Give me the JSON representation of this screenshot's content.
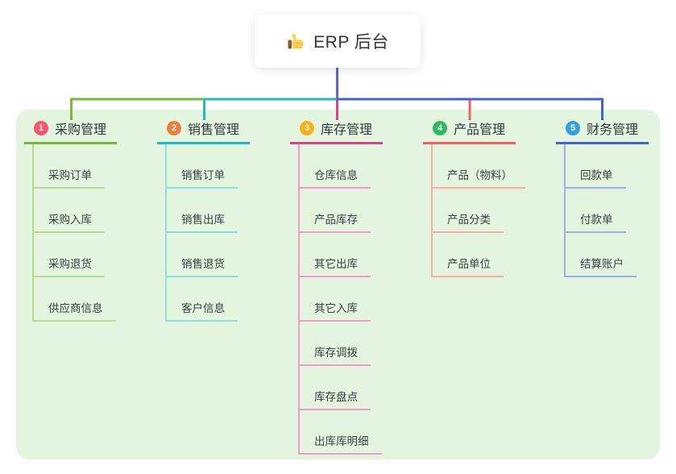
{
  "root": {
    "icon": "thumbs-up-icon",
    "title": "ERP 后台"
  },
  "branches": [
    {
      "index": "1",
      "title": "采购管理",
      "badge_color": "#f8566c",
      "line_color": "#77b83e",
      "child_line_color": "#b7dc8e",
      "children": [
        "采购订单",
        "采购入库",
        "采购退货",
        "供应商信息"
      ]
    },
    {
      "index": "2",
      "title": "销售管理",
      "badge_color": "#f07d3d",
      "line_color": "#1fb9c4",
      "child_line_color": "#8edde2",
      "children": [
        "销售订单",
        "销售出库",
        "销售退货",
        "客户信息"
      ]
    },
    {
      "index": "3",
      "title": "库存管理",
      "badge_color": "#f9b115",
      "line_color": "#d8418c",
      "child_line_color": "#f29aca",
      "children": [
        "仓库信息",
        "产品库存",
        "其它出库",
        "其它入库",
        "库存调拨",
        "库存盘点",
        "出库库明细"
      ]
    },
    {
      "index": "4",
      "title": "产品管理",
      "badge_color": "#2eba64",
      "line_color": "#f25f5f",
      "child_line_color": "#f9aba6",
      "children": [
        "产品（物料）",
        "产品分类",
        "产品单位"
      ]
    },
    {
      "index": "5",
      "title": "财务管理",
      "badge_color": "#32a3e0",
      "line_color": "#4263cf",
      "child_line_color": "#9bb0e6",
      "children": [
        "回款单",
        "付款单",
        "结算账户"
      ]
    }
  ],
  "colors": {
    "panel_bg": "#e3f5de",
    "root_line": "#5566d9",
    "text": "#33383f"
  }
}
